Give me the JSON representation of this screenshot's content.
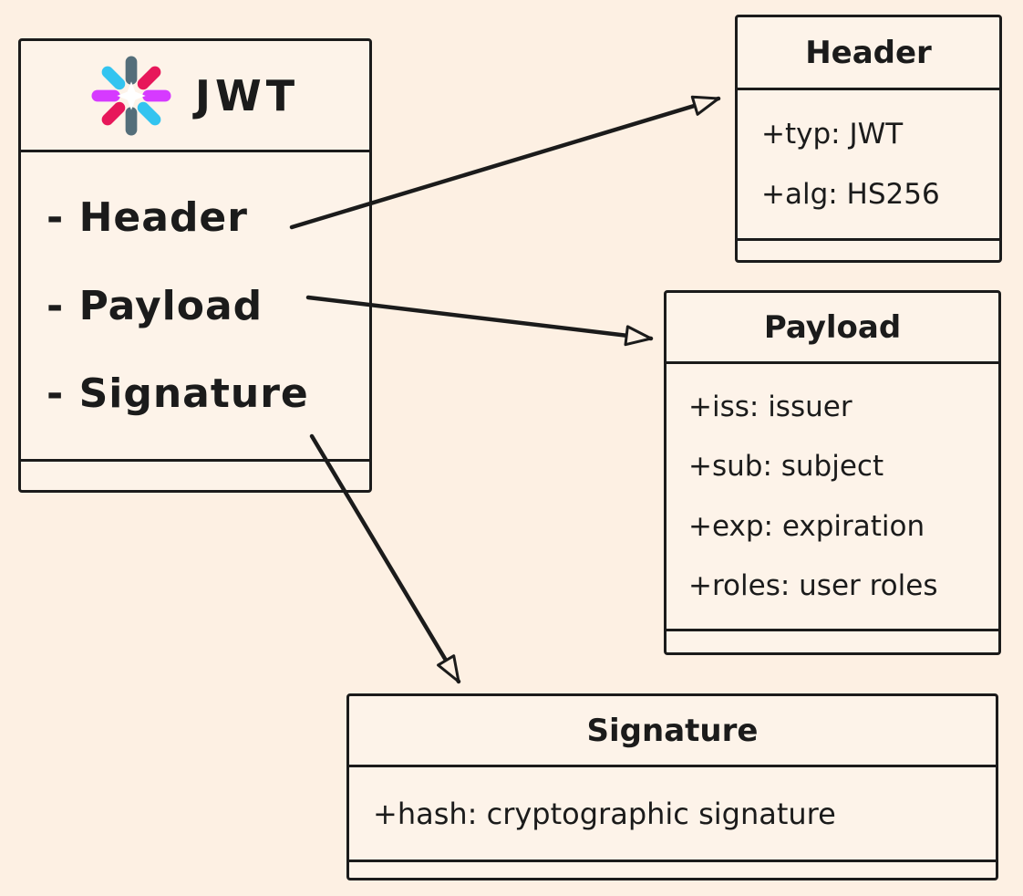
{
  "canvas": {
    "background": "#fdf0e3",
    "ink": "#1b1b1b",
    "box_fill": "#fdf3e9"
  },
  "jwt_box": {
    "title": "JWT",
    "items": [
      "- Header",
      "- Payload",
      "- Signature"
    ]
  },
  "header_box": {
    "title": "Header",
    "fields": [
      "+typ: JWT",
      "+alg: HS256"
    ]
  },
  "payload_box": {
    "title": "Payload",
    "fields": [
      "+iss: issuer",
      "+sub: subject",
      "+exp: expiration",
      "+roles: user roles"
    ]
  },
  "signature_box": {
    "title": "Signature",
    "fields": [
      "+hash: cryptographic signature"
    ]
  },
  "logo": {
    "name": "jwt-logo",
    "gray": "#546e7a",
    "pink": "#e7175a",
    "cyan": "#33c4f0",
    "magenta": "#d63aff"
  },
  "arrows": [
    {
      "from": "jwt-item-header",
      "to": "header-box"
    },
    {
      "from": "jwt-item-payload",
      "to": "payload-box"
    },
    {
      "from": "jwt-item-signature",
      "to": "signature-box"
    }
  ]
}
